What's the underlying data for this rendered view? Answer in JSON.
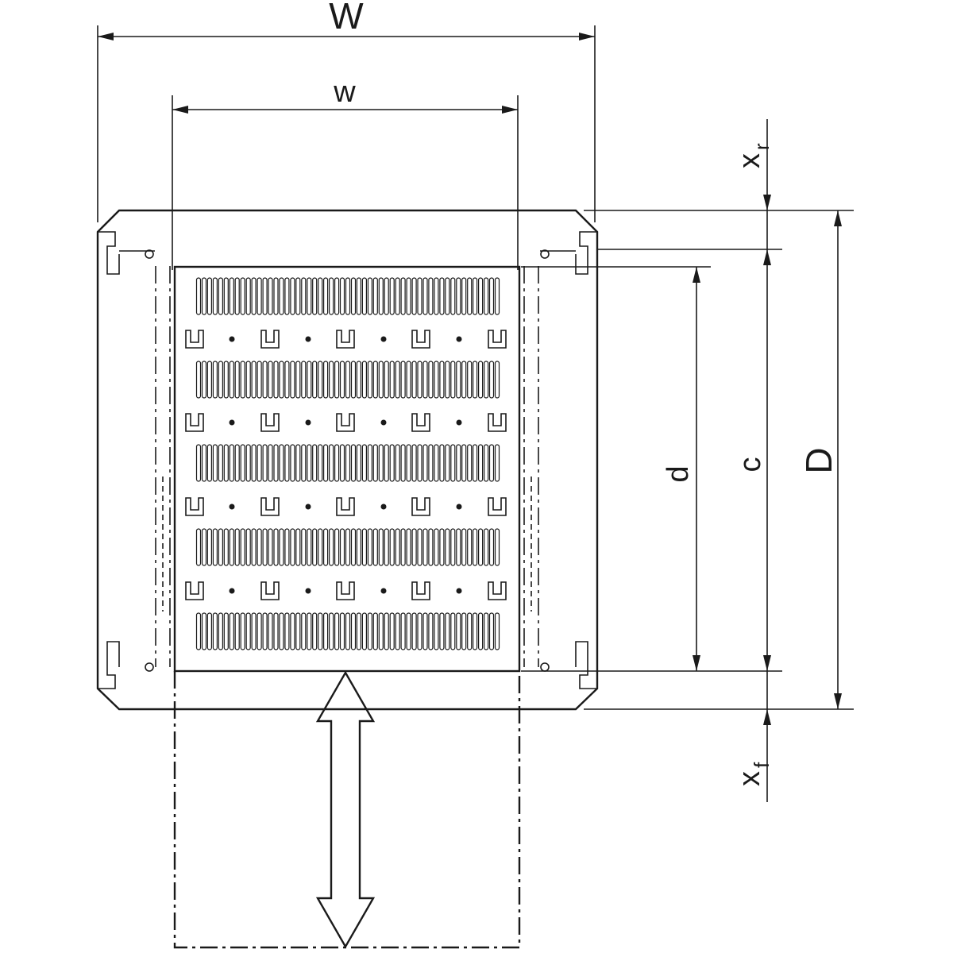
{
  "labels": {
    "outer_width": "W",
    "inner_width": "w",
    "rear_offset": "x",
    "rear_offset_sub": "r",
    "front_offset": "x",
    "front_offset_sub": "f",
    "shelf_depth": "d",
    "rail_spacing": "c",
    "outer_depth": "D"
  },
  "shelf": {
    "slot_rows": 5,
    "slots_per_row": 55,
    "clip_rows": 4,
    "clips_per_row": 5
  },
  "colors": {
    "line": "#1a1a1a",
    "shelf_fill": "#d4d4d4",
    "background": "#ffffff"
  },
  "icons": {
    "slide_direction": "double-arrow-icon"
  }
}
